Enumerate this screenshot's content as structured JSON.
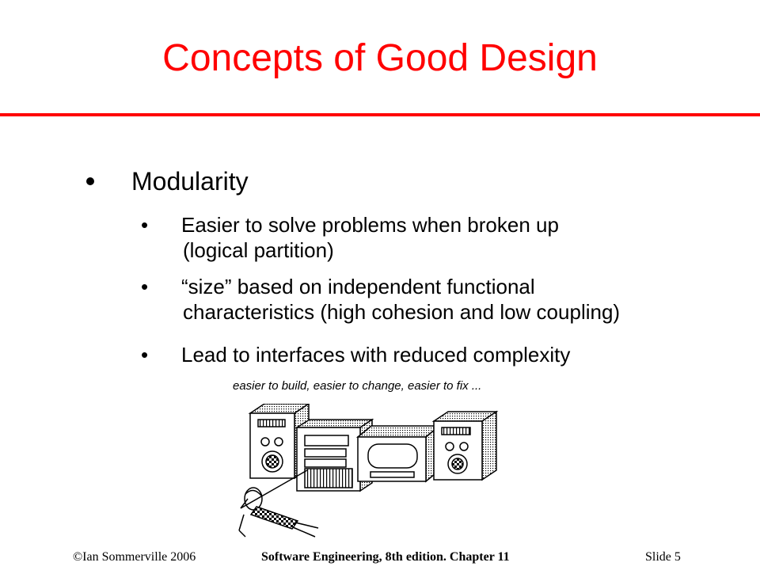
{
  "slide": {
    "title": "Concepts of Good Design",
    "bullet": "Modularity",
    "sub_bullets": [
      {
        "line1": "Easier to solve problems when broken up",
        "line2": "(logical partition)"
      },
      {
        "line1": "“size” based on independent functional",
        "line2": "characteristics (high cohesion and low coupling)"
      },
      {
        "line1": "Lead to interfaces with reduced complexity",
        "line2": ""
      }
    ],
    "sub_marker": "•",
    "caption": "easier to build, easier to change, easier to fix ..."
  },
  "footer": {
    "copyright": "©Ian Sommerville 2006",
    "book": "Software Engineering, 8th edition. Chapter 11",
    "slide_label": "Slide  5"
  },
  "colors": {
    "title": "#ff0000",
    "rule": "#ff0000"
  },
  "illustration": {
    "name": "stereo-system-with-reclining-person"
  }
}
